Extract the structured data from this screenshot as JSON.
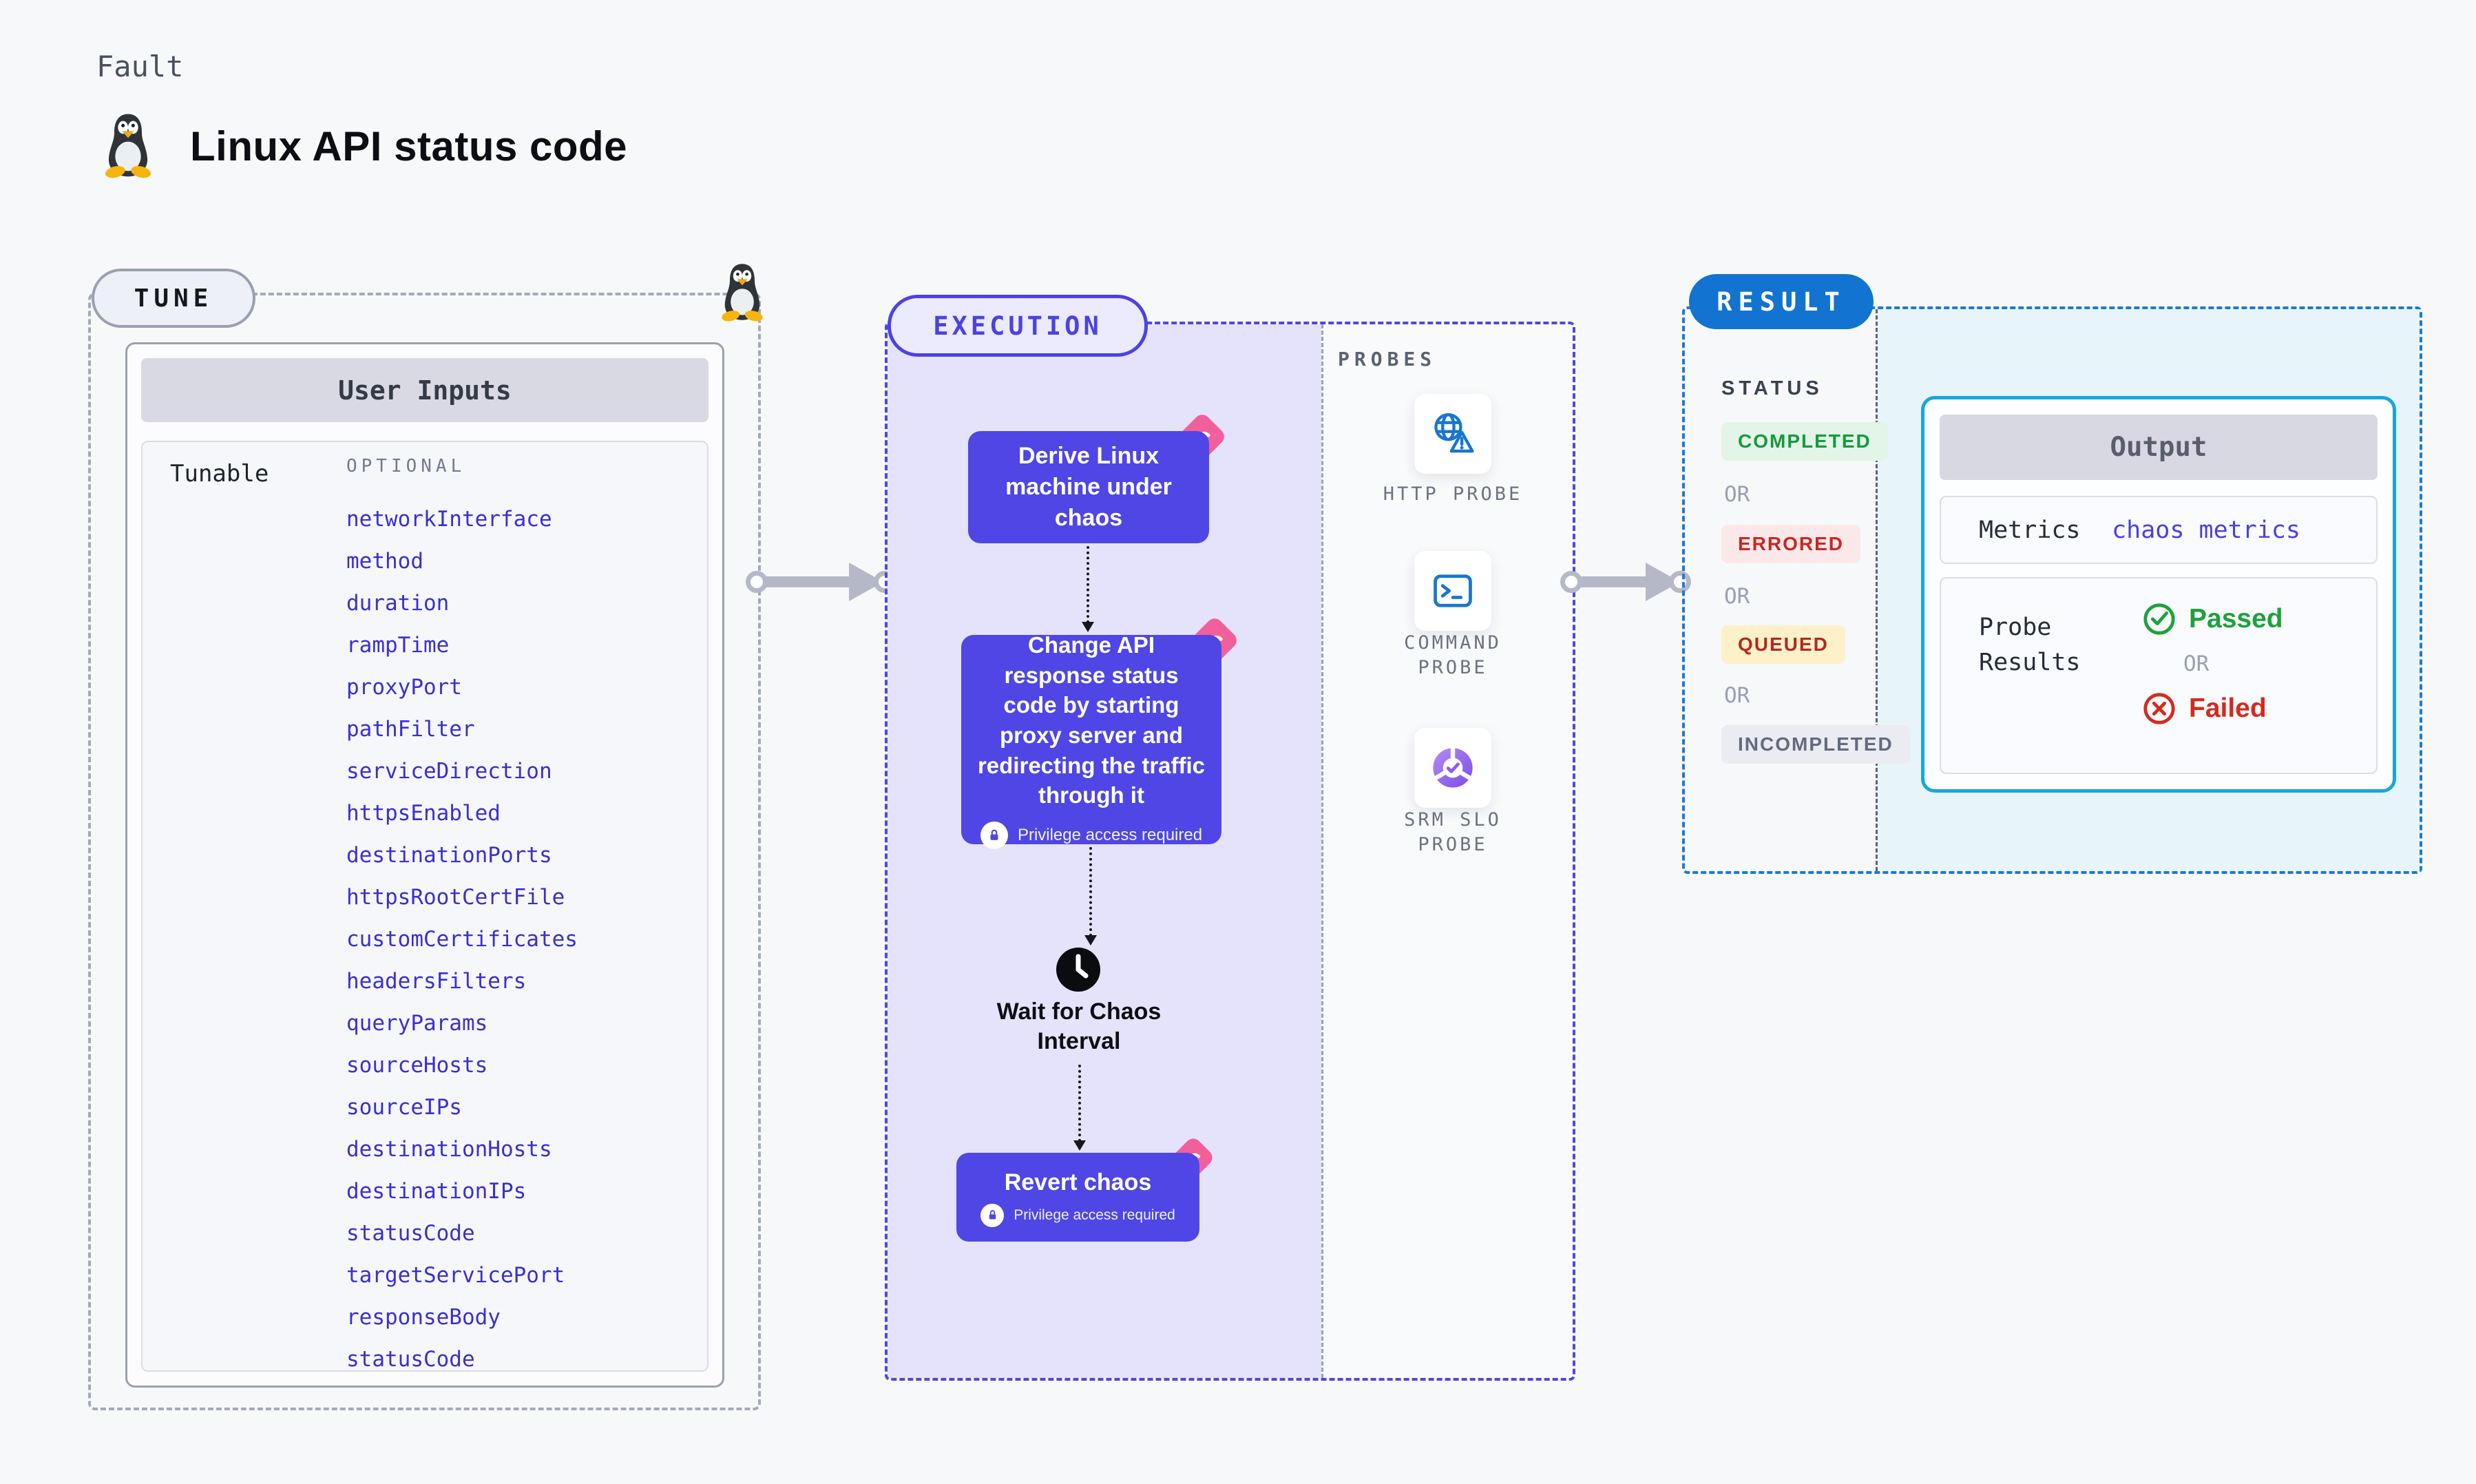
{
  "page": {
    "fault_label": "Fault",
    "title": "Linux API status code"
  },
  "colors": {
    "accent_indigo": "#4f46e5",
    "ribbon_pink": "#f2609b",
    "result_blue": "#1273d0",
    "output_border_cyan": "#16a7de",
    "passed_green": "#1ca23b",
    "failed_red": "#d52a1f",
    "probe_icon_blue": "#1677cf"
  },
  "tune": {
    "label": "TUNE",
    "user_inputs_header": "User Inputs",
    "tunable_label": "Tunable",
    "optional_label": "OPTIONAL",
    "items": [
      "networkInterface",
      "method",
      "duration",
      "rampTime",
      "proxyPort",
      "pathFilter",
      "serviceDirection",
      "httpsEnabled",
      "destinationPorts",
      "httpsRootCertFile",
      "customCertificates",
      "headersFilters",
      "queryParams",
      "sourceHosts",
      "sourceIPs",
      "destinationHosts",
      "destinationIPs",
      "statusCode",
      "targetServicePort",
      "responseBody",
      "statusCode"
    ]
  },
  "execution": {
    "label": "EXECUTION",
    "privilege_label": "Privilege access required",
    "wait_label": "Wait for Chaos Interval",
    "nodes": [
      {
        "text": "Derive Linux machine under chaos"
      },
      {
        "text": "Change API response status code by starting proxy server and redirecting the traffic through it"
      },
      {
        "text": "Revert chaos"
      }
    ],
    "probes": {
      "label": "PROBES",
      "items": [
        {
          "label": "HTTP PROBE",
          "icon": "globe-alert-icon"
        },
        {
          "label": "COMMAND PROBE",
          "icon": "terminal-icon"
        },
        {
          "label": "SRM SLO PROBE",
          "icon": "slo-pie-check-icon"
        }
      ]
    }
  },
  "result": {
    "label": "RESULT",
    "status_label": "STATUS",
    "or_label": "OR",
    "statuses": [
      {
        "label": "COMPLETED",
        "type": "completed"
      },
      {
        "label": "ERRORED",
        "type": "errored"
      },
      {
        "label": "QUEUED",
        "type": "queued"
      },
      {
        "label": "INCOMPLETED",
        "type": "incompleted"
      }
    ],
    "output": {
      "header": "Output",
      "metrics_label": "Metrics",
      "metrics_value": "chaos metrics",
      "probe_results_label": "Probe Results",
      "passed_label": "Passed",
      "or_label": "OR",
      "failed_label": "Failed"
    }
  }
}
